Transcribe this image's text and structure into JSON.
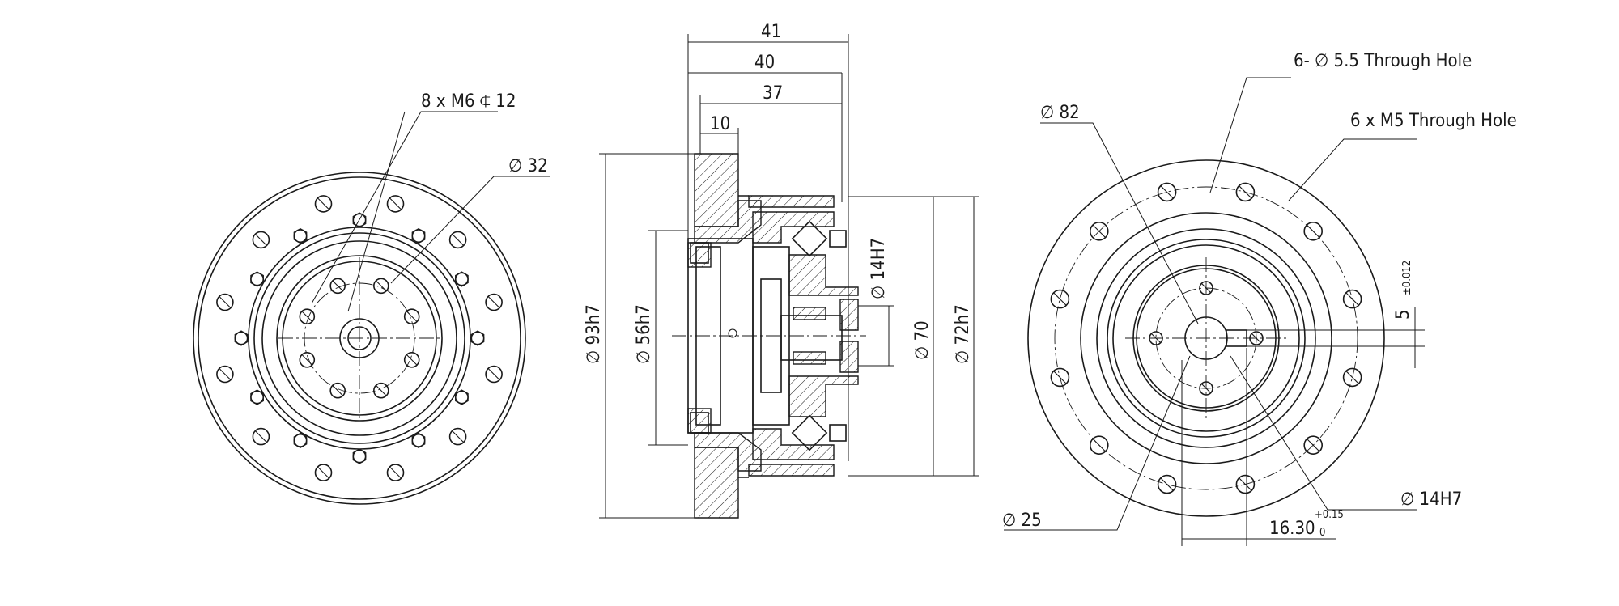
{
  "labels": {
    "front_thread": "8 x  M6 ⍧ 12",
    "front_d32": "∅ 32",
    "side_41": "41",
    "side_40": "40",
    "side_37": "37",
    "side_10": "10",
    "side_d93": "∅ 93h7",
    "side_d56": "∅ 56h7",
    "side_d14": "∅ 14H7",
    "side_d70": "∅ 70",
    "side_d72": "∅ 72h7",
    "rear_through_hole": "6- ∅ 5.5 Through Hole",
    "rear_m5": "6 x  M5 Through Hole",
    "rear_d82": "∅ 82",
    "rear_key": "5",
    "rear_key_tol": "±0.012",
    "rear_d25": "∅ 25",
    "rear_d14": "∅ 14H7",
    "rear_1630": "16.30",
    "rear_tol_plus": "+0.15",
    "rear_tol_zero": "0"
  },
  "colors": {
    "line": "#1a1a1a",
    "background": "#ffffff"
  }
}
